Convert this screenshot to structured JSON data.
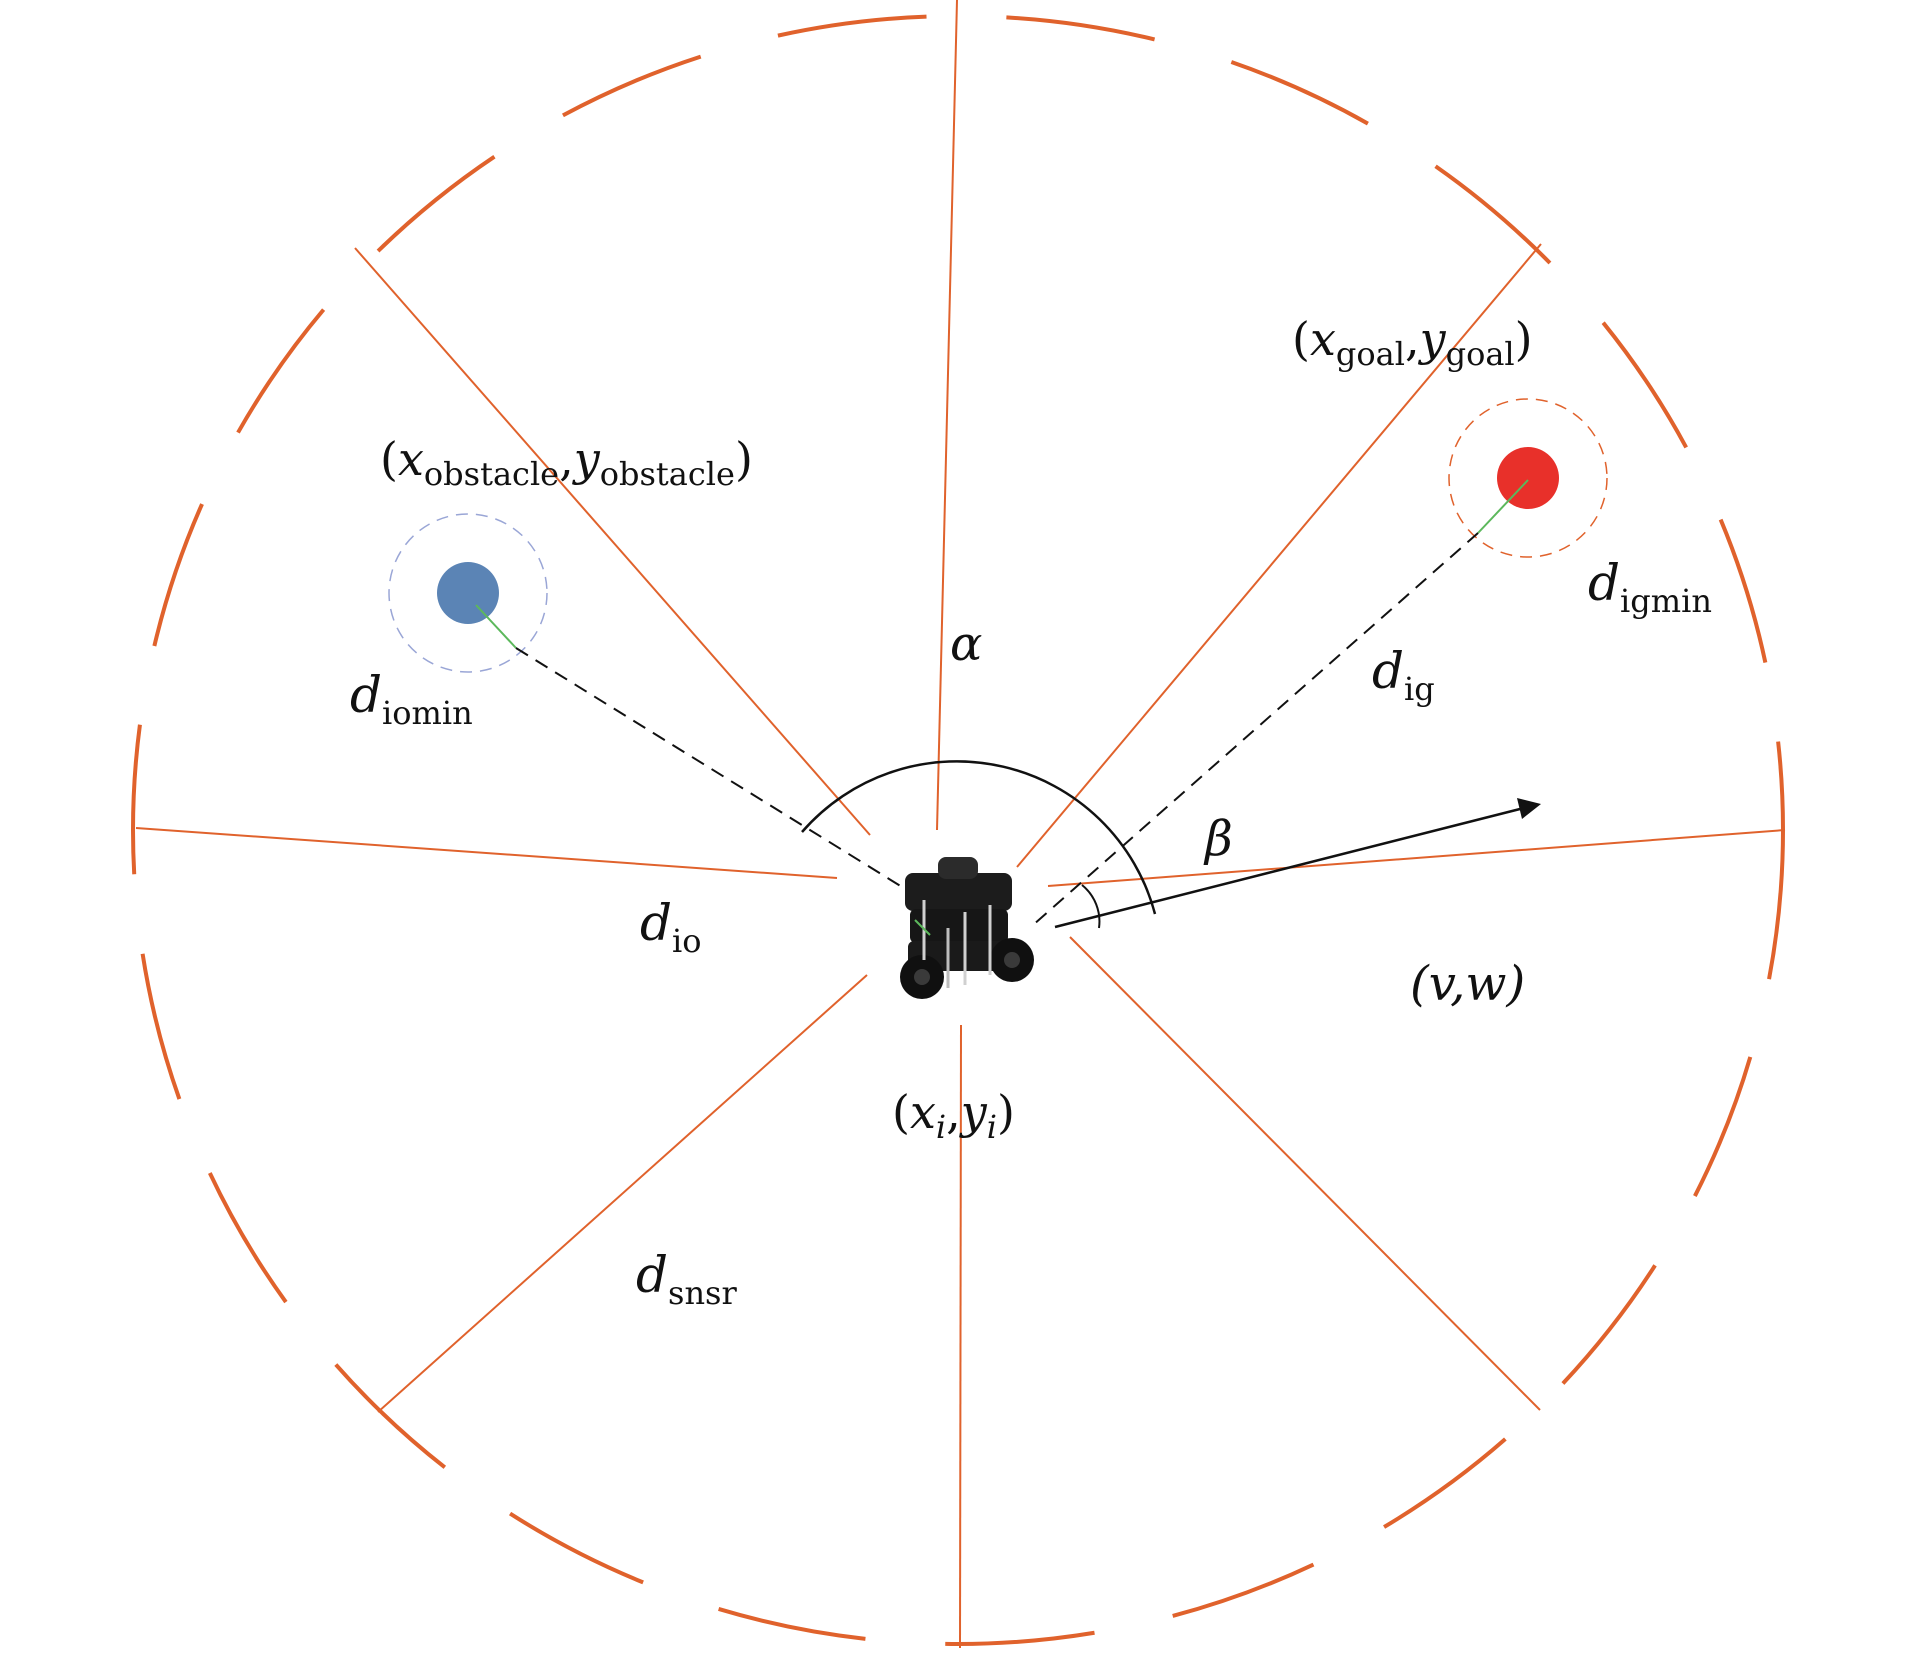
{
  "colors": {
    "sensor_circle": "#e0622c",
    "sector_line": "#e0622c",
    "obstacle": "#5b84b5",
    "obstacle_ring": "#9aa6d6",
    "goal": "#e8302a",
    "goal_ring": "#e0622c",
    "guide": "#111111",
    "tip": "#5cb85c"
  },
  "labels": {
    "obstacle_coord": {
      "open": "(",
      "x": "x",
      "x_sub": "obstacle",
      "comma": ",",
      "y": "y",
      "y_sub": "obstacle",
      "close": ")"
    },
    "goal_coord": {
      "open": "(",
      "x": "x",
      "x_sub": "goal",
      "comma": ",",
      "y": "y",
      "y_sub": "goal",
      "close": ")"
    },
    "robot_coord": {
      "open": "(",
      "x": "x",
      "x_sub": "i",
      "comma": ",",
      "y": "y",
      "y_sub": "i",
      "close": ")"
    },
    "velocity": "(v,w)",
    "alpha": "α",
    "beta": "β",
    "d_iomin": {
      "main": "d",
      "sub": "iomin"
    },
    "d_igmin": {
      "main": "d",
      "sub": "igmin"
    },
    "d_ig": {
      "main": "d",
      "sub": "ig"
    },
    "d_io": {
      "main": "d",
      "sub": "io"
    },
    "d_snsr": {
      "main": "d",
      "sub": "snsr"
    }
  },
  "icons": {
    "robot": "robot-icon",
    "obstacle": "obstacle-icon",
    "goal": "goal-icon"
  }
}
